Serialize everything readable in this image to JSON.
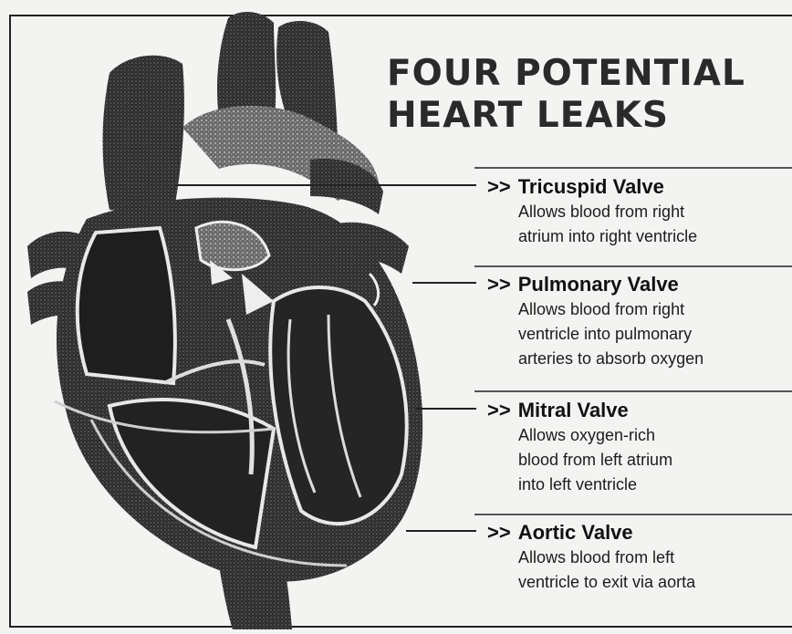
{
  "title": {
    "line1": "FOUR POTENTIAL",
    "line2": "HEART LEAKS"
  },
  "marker": ">>",
  "valves": [
    {
      "name": "Tricuspid Valve",
      "description": "Allows blood from right\natrium into right ventricle"
    },
    {
      "name": "Pulmonary Valve",
      "description": "Allows blood from right\nventricle into pulmonary\narteries to absorb oxygen"
    },
    {
      "name": "Mitral Valve",
      "description": "Allows oxygen-rich\nblood from left atrium\ninto left ventricle"
    },
    {
      "name": "Aortic Valve",
      "description": "Allows blood from left\nventricle to exit via aorta"
    }
  ],
  "colors": {
    "ink": "#161616",
    "paper": "#f3f3f1"
  }
}
